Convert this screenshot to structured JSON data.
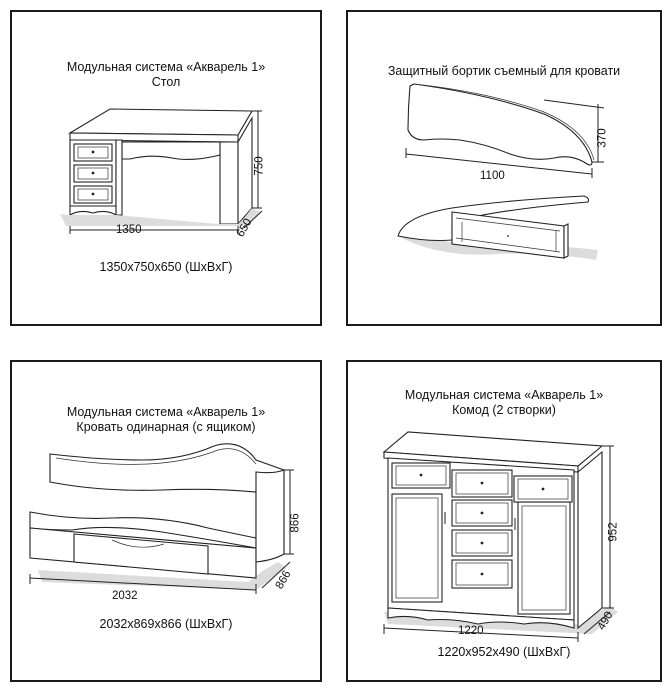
{
  "panels": [
    {
      "title_line1": "Модульная система «Акварель 1»",
      "title_line2": "Стол",
      "dim_width": "1350",
      "dim_height": "750",
      "dim_depth": "650",
      "caption": "1350x750x650 (ШxВxГ)"
    },
    {
      "title_line1": "Защитный бортик съемный для кровати",
      "dim_length": "1100",
      "dim_height": "370"
    },
    {
      "title_line1": "Модульная система «Акварель 1»",
      "title_line2": "Кровать одинарная (с ящиком)",
      "dim_width": "2032",
      "dim_height": "866",
      "dim_depth": "866",
      "caption": "2032x869x866 (ШxВxГ)"
    },
    {
      "title_line1": "Модульная система «Акварель 1»",
      "title_line2": "Комод (2 створки)",
      "dim_width": "1220",
      "dim_height": "952",
      "dim_depth": "490",
      "caption": "1220x952x490 (ШxВxГ)"
    }
  ],
  "colors": {
    "border": "#1a1a1a",
    "line": "#222222",
    "background": "#ffffff"
  }
}
